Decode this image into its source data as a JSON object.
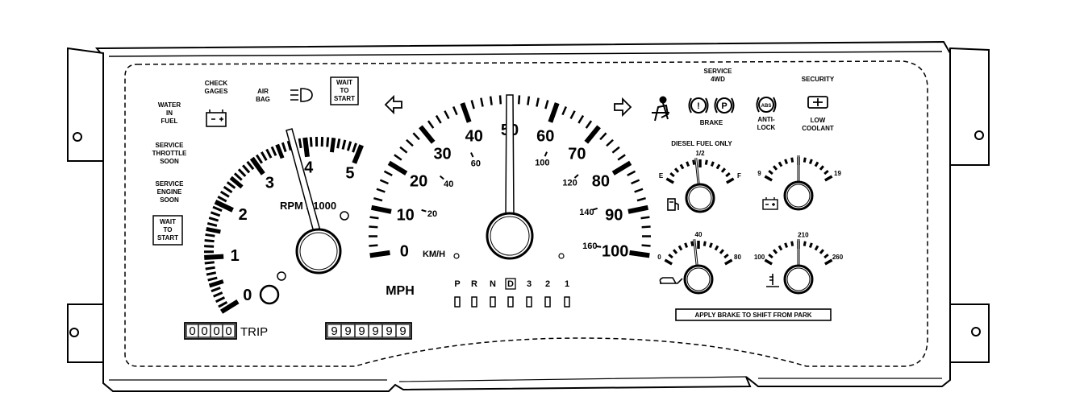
{
  "cluster": {
    "tach": {
      "label": "RPM X1000",
      "numbers": [
        "0",
        "1",
        "2",
        "3",
        "4",
        "5"
      ]
    },
    "speedo": {
      "mph_numbers": [
        "0",
        "10",
        "20",
        "30",
        "40",
        "50",
        "60",
        "70",
        "80",
        "90",
        "100"
      ],
      "kmh_numbers": [
        "20",
        "40",
        "60",
        "100",
        "120",
        "140",
        "160"
      ],
      "kmh_label": "KM/H",
      "mph_label": "MPH"
    },
    "left_warnings": [
      {
        "text": [
          "WATER",
          "IN",
          "FUEL"
        ]
      },
      {
        "text": [
          "SERVICE",
          "THROTTLE",
          "SOON"
        ]
      },
      {
        "text": [
          "SERVICE",
          "ENGINE",
          "SOON"
        ]
      },
      {
        "text": [
          "WAIT",
          "TO",
          "START"
        ]
      }
    ],
    "top_left_indicators": {
      "check_gages": [
        "CHECK",
        "GAGES"
      ],
      "air_bag": [
        "AIR",
        "BAG"
      ],
      "wait_to_start": [
        "WAIT",
        "TO",
        "START"
      ]
    },
    "right_indicators": {
      "service_4wd": [
        "SERVICE",
        "4WD"
      ],
      "brake": "BRAKE",
      "security": "SECURITY",
      "anti_lock": [
        "ANTI-",
        "LOCK"
      ],
      "low_coolant": [
        "LOW",
        "COOLANT"
      ],
      "abs_icon_text": "ABS"
    },
    "diesel_label": "DIESEL FUEL ONLY",
    "fuel_gauge": {
      "empty": "E",
      "half": "1/2",
      "full": "F"
    },
    "volt_gauge": {
      "min": "9",
      "max": "19"
    },
    "oil_gauge": {
      "min": "0",
      "mid": "40",
      "max": "80"
    },
    "temp_gauge": {
      "min": "100",
      "mid": "210",
      "max": "260"
    },
    "prndl": [
      "P",
      "R",
      "N",
      "D",
      "3",
      "2",
      "1"
    ],
    "shift_notice": "APPLY BRAKE TO SHIFT FROM PARK",
    "trip": {
      "digits": [
        "0",
        "0",
        "0",
        "0"
      ],
      "label": "TRIP"
    },
    "odometer": {
      "digits": [
        "9",
        "9",
        "9",
        "9",
        "9",
        "9"
      ]
    }
  }
}
